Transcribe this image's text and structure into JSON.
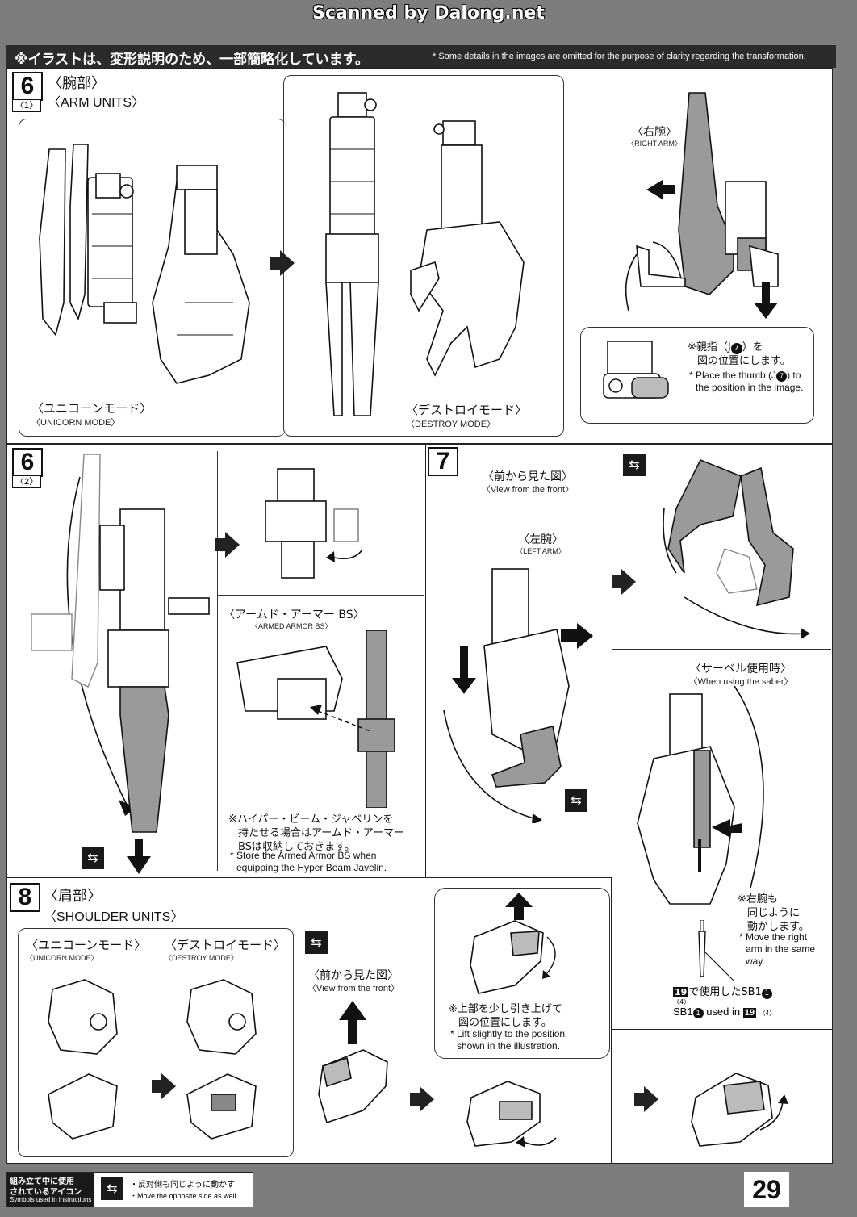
{
  "header": {
    "watermark": "Scanned by Dalong.net",
    "notice_jp": "※イラストは、変形説明のため、一部簡略化しています。",
    "notice_en": "* Some details in the images are omitted for the purpose of clarity regarding the transformation."
  },
  "step6_1": {
    "number": "6",
    "sub": "1",
    "title_jp": "〈腕部〉",
    "title_en": "〈ARM UNITS〉",
    "unicorn_jp": "〈ユニコーンモード〉",
    "unicorn_en": "〈UNICORN MODE〉",
    "destroy_jp": "〈デストロイモード〉",
    "destroy_en": "〈DESTROY MODE〉",
    "right_arm_jp": "〈右腕〉",
    "right_arm_en": "〈RIGHT ARM〉",
    "thumb_note_jp_1": "※親指（J",
    "thumb_note_jp_ref": "7",
    "thumb_note_jp_2": "）を",
    "thumb_note_jp_3": "図の位置にします。",
    "thumb_note_en_1": "* Place the thumb (J",
    "thumb_note_en_ref": "7",
    "thumb_note_en_2": ") to",
    "thumb_note_en_3": "the position in the image."
  },
  "step6_2": {
    "number": "6",
    "sub": "2",
    "armored_jp": "〈アームド・アーマー BS〉",
    "armored_en": "〈ARMED ARMOR BS〉",
    "note_jp_1": "※ハイパー・ビーム・ジャベリンを",
    "note_jp_2": "持たせる場合はアームド・アーマー",
    "note_jp_3": "BSは収納しておきます。",
    "note_en_1": "* Store the Armed Armor BS when",
    "note_en_2": "equipping the Hyper Beam Javelin."
  },
  "step7": {
    "number": "7",
    "front_jp": "〈前から見た図〉",
    "front_en": "〈View from the front〉",
    "left_arm_jp": "〈左腕〉",
    "left_arm_en": "〈LEFT ARM〉",
    "saber_jp": "〈サーベル使用時〉",
    "saber_en": "〈When using the saber〉",
    "right_note_jp_1": "※右腕も",
    "right_note_jp_2": "同じように",
    "right_note_jp_3": "動かします。",
    "right_note_en_1": "* Move the right",
    "right_note_en_2": "arm in the same",
    "right_note_en_3": "way.",
    "sb_used_jp_ref": "19",
    "sb_used_jp_sub": "4",
    "sb_used_jp": "で使用したSB1",
    "sb_used_jp_num": "1",
    "sb_used_en": "SB1",
    "sb_used_en_num": "1",
    "sb_used_en_mid": " used in",
    "sb_used_en_ref": "19",
    "sb_used_en_sub": "4"
  },
  "step8": {
    "number": "8",
    "title_jp": "〈肩部〉",
    "title_en": "〈SHOULDER UNITS〉",
    "unicorn_jp": "〈ユニコーンモード〉",
    "unicorn_en": "〈UNICORN MODE〉",
    "destroy_jp": "〈デストロイモード〉",
    "destroy_en": "〈DESTROY MODE〉",
    "front_jp": "〈前から見た図〉",
    "front_en": "〈View from the front〉",
    "lift_jp_1": "※上部を少し引き上げて",
    "lift_jp_2": "図の位置にします。",
    "lift_en_1": "* Lift slightly to the position",
    "lift_en_2": "shown in the illustration."
  },
  "footer": {
    "icons_jp_1": "組み立て中に使用",
    "icons_jp_2": "されているアイコン",
    "icons_en": "Symbols used in instructions",
    "opposite_jp": "・反対側も同じように動かす",
    "opposite_en": "・Move the opposite side as well.",
    "page_number": "29"
  },
  "colors": {
    "background": "#7d7d7f",
    "panel": "#ffffff",
    "ink": "#1a1a1a",
    "part_gray": "#9a9a9a"
  }
}
